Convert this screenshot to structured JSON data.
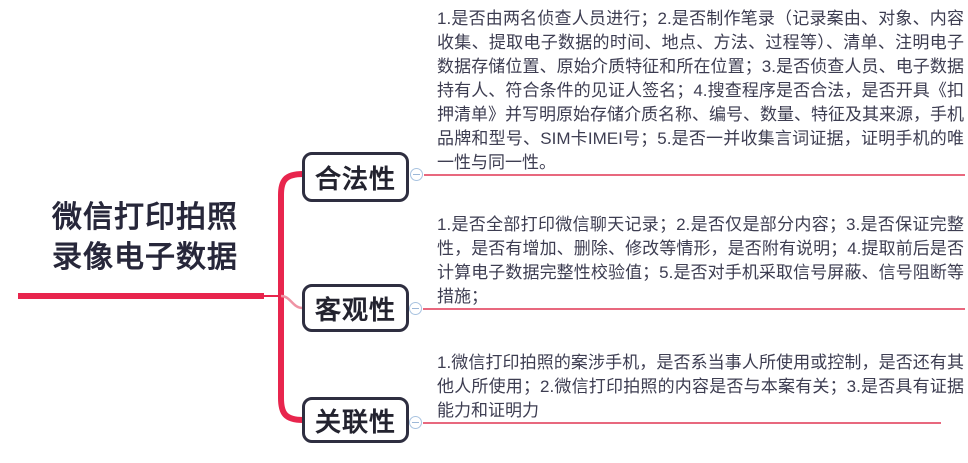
{
  "root": {
    "title_lines": [
      "微信打印拍照",
      "录像电子数据"
    ],
    "title_text": "微信打印拍照录像电子数据"
  },
  "branches": [
    {
      "label": "合法性",
      "toggle_state": "collapsible",
      "lines": [
        "1.是否由两名侦查人员进行；2.是否制作笔录（记录案由、对象、内容",
        "收集、提取电子数据的时间、地点、方法、过程等）、清单、注明电子",
        "数据存储位置、原始介质特征和所在位置；3.是否侦查人员、电子数据",
        "持有人、符合条件的见证人签名；4.搜查程序是否合法，是否开具《扣",
        "押清单》并写明原始存储介质名称、编号、数量、特征及其来源，手机",
        "品牌和型号、SIM卡IMEI号；5.是否一并收集言词证据，证明手机的唯",
        "一性与同一性。"
      ]
    },
    {
      "label": "客观性",
      "toggle_state": "collapsible",
      "lines": [
        "1.是否全部打印微信聊天记录；2.是否仅是部分内容；3.是否保证完整",
        "性，是否有增加、删除、修改等情形，是否附有说明；4.提取前后是否",
        "计算电子数据完整性校验值；5.是否对手机采取信号屏蔽、信号阻断等",
        "措施；"
      ]
    },
    {
      "label": "关联性",
      "toggle_state": "collapsible",
      "lines": [
        "1.微信打印拍照的案涉手机，是否系当事人所使用或控制，是否还有其",
        "他人所使用；2.微信打印拍照的内容是否与本案有关；3.是否具有证据",
        "能力和证明力"
      ]
    }
  ],
  "colors": {
    "branch_red": "#e8254d",
    "branch_pink": "#ef93a4",
    "underline_red": "#e03753",
    "node_border": "#2e2e40",
    "title_color": "#27273a",
    "detail_text": "#3d3d51",
    "toggle_border": "#a9c3e0"
  }
}
